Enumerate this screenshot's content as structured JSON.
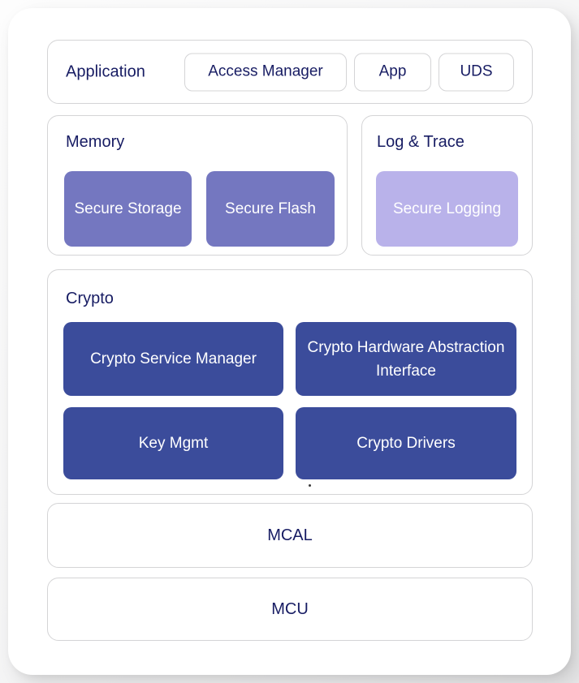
{
  "diagram": {
    "layers": {
      "application": {
        "label": "Application",
        "components": [
          "Access Manager",
          "App",
          "UDS"
        ]
      },
      "memory": {
        "label": "Memory",
        "components": [
          "Secure Storage",
          "Secure Flash"
        ]
      },
      "log_trace": {
        "label": "Log & Trace",
        "components": [
          "Secure Logging"
        ]
      },
      "crypto": {
        "label": "Crypto",
        "components": [
          "Crypto Service Manager",
          "Crypto Hardware Abstraction Interface",
          "Key Mgmt",
          "Crypto Drivers"
        ]
      },
      "mcal": {
        "label": "MCAL"
      },
      "mcu": {
        "label": "MCU"
      }
    },
    "colors": {
      "title_text": "#171c63",
      "block_medium_purple": "#7477c0",
      "block_light_purple": "#b9b2ea",
      "block_dark_blue": "#3b4c9b",
      "section_border": "#d4d4d6",
      "card_background": "#ffffff"
    }
  }
}
